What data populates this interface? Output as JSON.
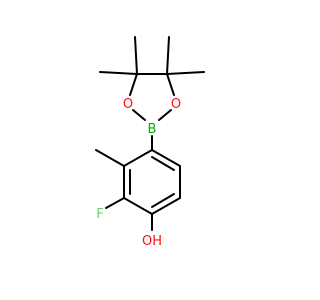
{
  "molecule": {
    "atoms": {
      "oxygen_left": {
        "symbol": "O",
        "color": "#ff0d0d"
      },
      "oxygen_right": {
        "symbol": "O",
        "color": "#ff0d0d"
      },
      "boron": {
        "symbol": "B",
        "color": "#00b000"
      },
      "fluorine": {
        "symbol": "F",
        "color": "#70d070"
      },
      "hydroxyl": {
        "symbol": "OH",
        "color": "#ff0d0d"
      }
    }
  }
}
